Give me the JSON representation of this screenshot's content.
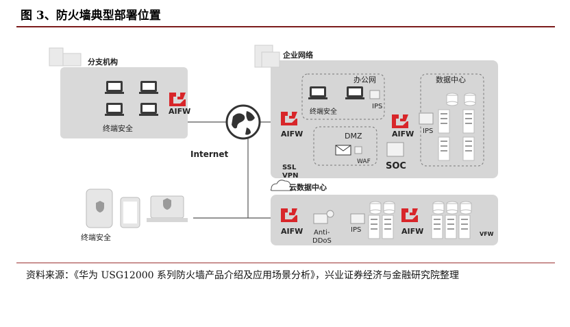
{
  "figure_title": "图 3、防火墙典型部署位置",
  "labels": {
    "branch": "分支机构",
    "enterprise": "企业网络",
    "office": "办公网",
    "datacenter": "数据中心",
    "cloud": "云数据中心",
    "internet": "Internet",
    "dmz": "DMZ",
    "waf": "WAF",
    "ips": "IPS",
    "soc": "SOC",
    "ssl": "SSL",
    "vpn": "VPN",
    "anti": "Anti-",
    "ddos": "DDoS",
    "vfw": "VFW",
    "terminal_security": "终端安全",
    "aifw": "AIFW"
  },
  "source_text": "资料来源：《华为 USG12000 系列防火墙产品介绍及应用场景分析》，兴业证券经济与金融研究院整理",
  "colors": {
    "firewall": "#d8262a",
    "panel": "#d6d6d6",
    "dark": "#333333"
  }
}
